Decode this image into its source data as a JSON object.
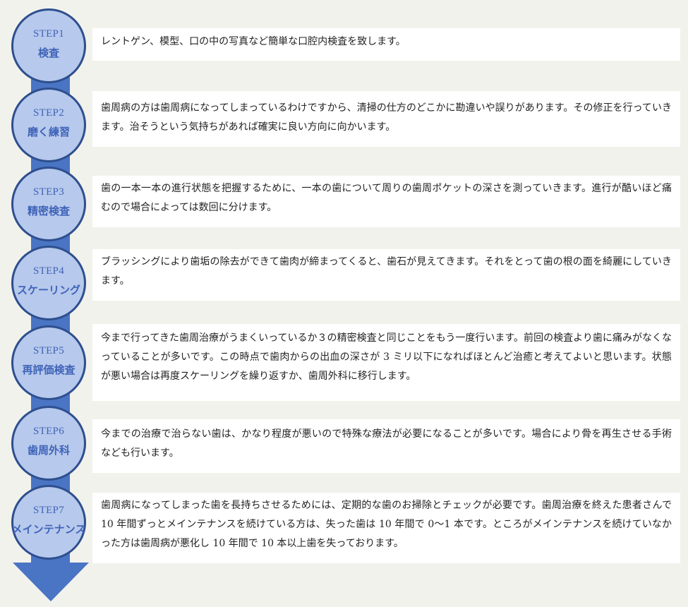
{
  "steps": [
    {
      "step": "STEP1",
      "name": "検査",
      "text": "レントゲン、模型、口の中の写真など簡単な口腔内検査を致します。"
    },
    {
      "step": "STEP2",
      "name": "磨く練習",
      "text": "歯周病の方は歯周病になってしまっているわけですから、清掃の仕方のどこかに勘違いや誤りがあります。その修正を行っていきます。治そうという気持ちがあれば確実に良い方向に向かいます。"
    },
    {
      "step": "STEP3",
      "name": "精密検査",
      "text": "歯の一本一本の進行状態を把握するために、一本の歯について周りの歯周ポケットの深さを測っていきます。進行が酷いほど痛むので場合によっては数回に分けます。"
    },
    {
      "step": "STEP4",
      "name": "スケーリング",
      "text": "ブラッシングにより歯垢の除去ができて歯肉が締まってくると、歯石が見えてきます。それをとって歯の根の面を綺麗にしていきます。"
    },
    {
      "step": "STEP5",
      "name": "再評価検査",
      "text": "今まで行ってきた歯周治療がうまくいっているか３の精密検査と同じことをもう一度行います。前回の検査より歯に痛みがなくなっていることが多いです。この時点で歯肉からの出血の深さが 3 ミリ以下になればほとんど治癒と考えてよいと思います。状態が悪い場合は再度スケーリングを繰り返すか、歯周外科に移行します。"
    },
    {
      "step": "STEP6",
      "name": "歯周外科",
      "text": "今までの治療で治らない歯は、かなり程度が悪いので特殊な療法が必要になることが多いです。場合により骨を再生させる手術なども行います。"
    },
    {
      "step": "STEP7",
      "name": "メインテナンス",
      "text": "歯周病になってしまった歯を長持ちさせるためには、定期的な歯のお掃除とチェックが必要です。歯周治療を終えた患者さんで 10 年間ずっとメインテナンスを続けている方は、失った歯は 10 年間で 0〜1 本です。ところがメインテナンスを続けていなかった方は歯周病が悪化し 10 年間で 10 本以上歯を失っております。"
    }
  ],
  "colors": {
    "arrow": "#4a74c4",
    "circle_fill": "#b7c9ec",
    "circle_border": "#2e4f8e",
    "circle_text": "#3f63b8",
    "background": "#f2f2ed",
    "box": "#ffffff"
  }
}
